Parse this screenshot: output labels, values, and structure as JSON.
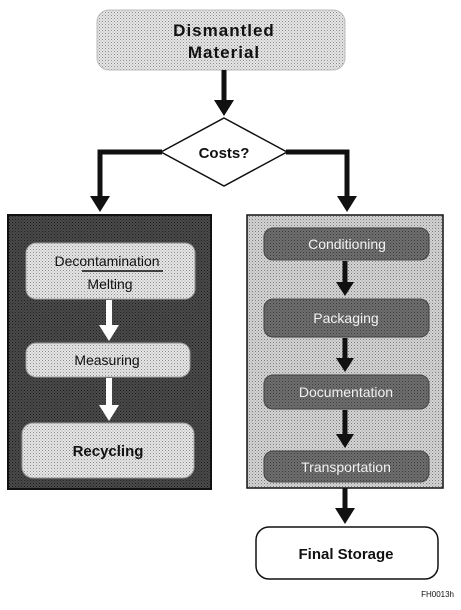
{
  "diagram": {
    "top_box": {
      "line1": "Dismantled",
      "line2": "Material"
    },
    "decision": {
      "label": "Costs?"
    },
    "left_branch": {
      "step1_line1": "Decontamination",
      "step1_line2": "Melting",
      "step2": "Measuring",
      "step3": "Recycling"
    },
    "right_branch": {
      "step1": "Conditioning",
      "step2": "Packaging",
      "step3": "Documentation",
      "step4": "Transportation"
    },
    "final_box": {
      "label": "Final Storage"
    },
    "figure_id": "FH0013h"
  }
}
